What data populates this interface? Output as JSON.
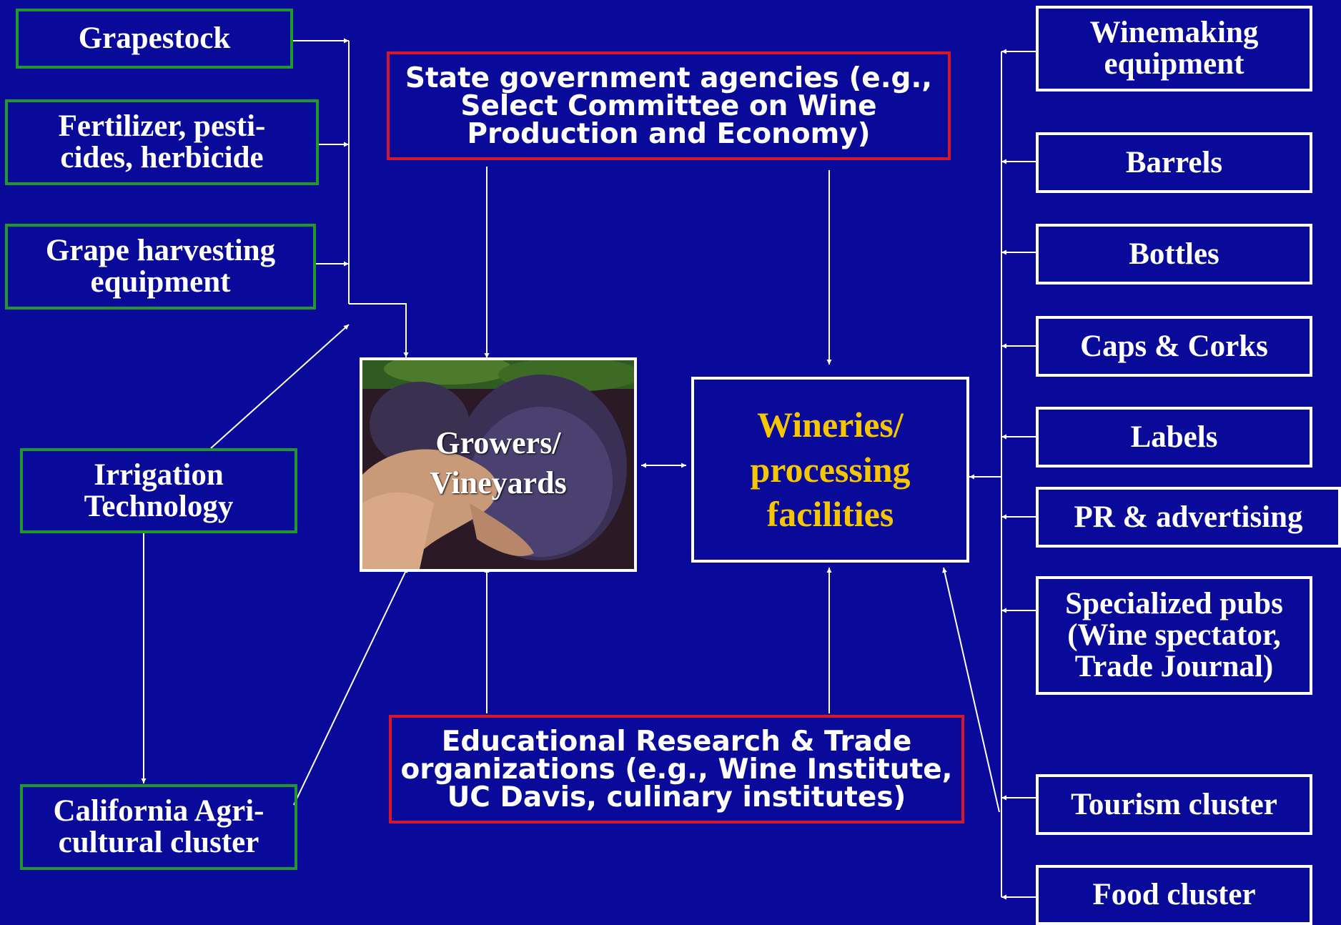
{
  "colors": {
    "background": "#0a0a9a",
    "supplier_border": "#1f9a2a",
    "institution_border": "#d4172a",
    "box_border": "#ffffff",
    "highlight_text": "#f7c600"
  },
  "left_suppliers": {
    "grapestock": "Grapestock",
    "fertilizer": "Fertilizer, pesti-\ncides, herbicide",
    "harvesting": "Grape harvesting\nequipment",
    "irrigation": "Irrigation\nTechnology",
    "california_ag": "California Agri-\ncultural cluster"
  },
  "institutions": {
    "state_government": "State government agencies (e.g.,\nSelect Committee on Wine\nProduction and Economy)",
    "educational": "Educational Research & Trade\norganizations (e.g., Wine Institute,\nUC Davis, culinary institutes)"
  },
  "center": {
    "growers": "Growers/\nVineyards",
    "wineries": "Wineries/\nprocessing\nfacilities"
  },
  "right_suppliers": {
    "winemaking_equipment": "Winemaking\nequipment",
    "barrels": "Barrels",
    "bottles": "Bottles",
    "caps_corks": "Caps & Corks",
    "labels": "Labels",
    "pr_advertising": "PR & advertising",
    "specialized_pubs": "Specialized pubs\n(Wine spectator,\nTrade Journal)",
    "tourism_cluster": "Tourism cluster",
    "food_cluster": "Food cluster"
  }
}
